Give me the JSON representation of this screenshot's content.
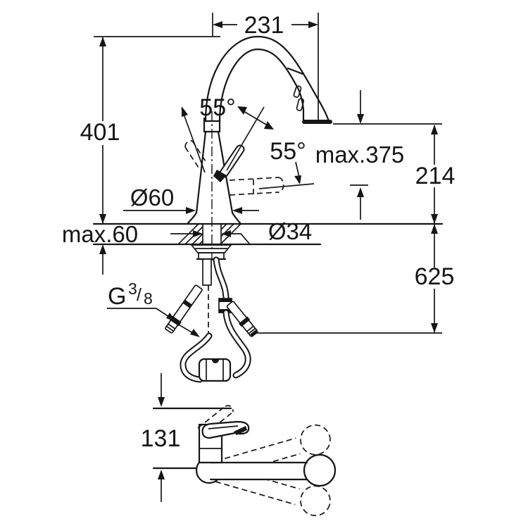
{
  "colors": {
    "ink": "#161616",
    "paper": "#ffffff"
  },
  "dims": {
    "spout_reach": "231",
    "total_height": "401",
    "lever_angle_front": "55°",
    "lever_angle_side": "55°",
    "max_extension": "max.375",
    "outlet_height": "214",
    "base_diameter": "Ø60",
    "counter_thickness": "max.60",
    "hole_diameter": "Ø34",
    "hose_length": "625",
    "handle_clearance": "131"
  },
  "thread": {
    "g": "G",
    "numerator": "3",
    "slash": "/",
    "denominator": "8"
  }
}
